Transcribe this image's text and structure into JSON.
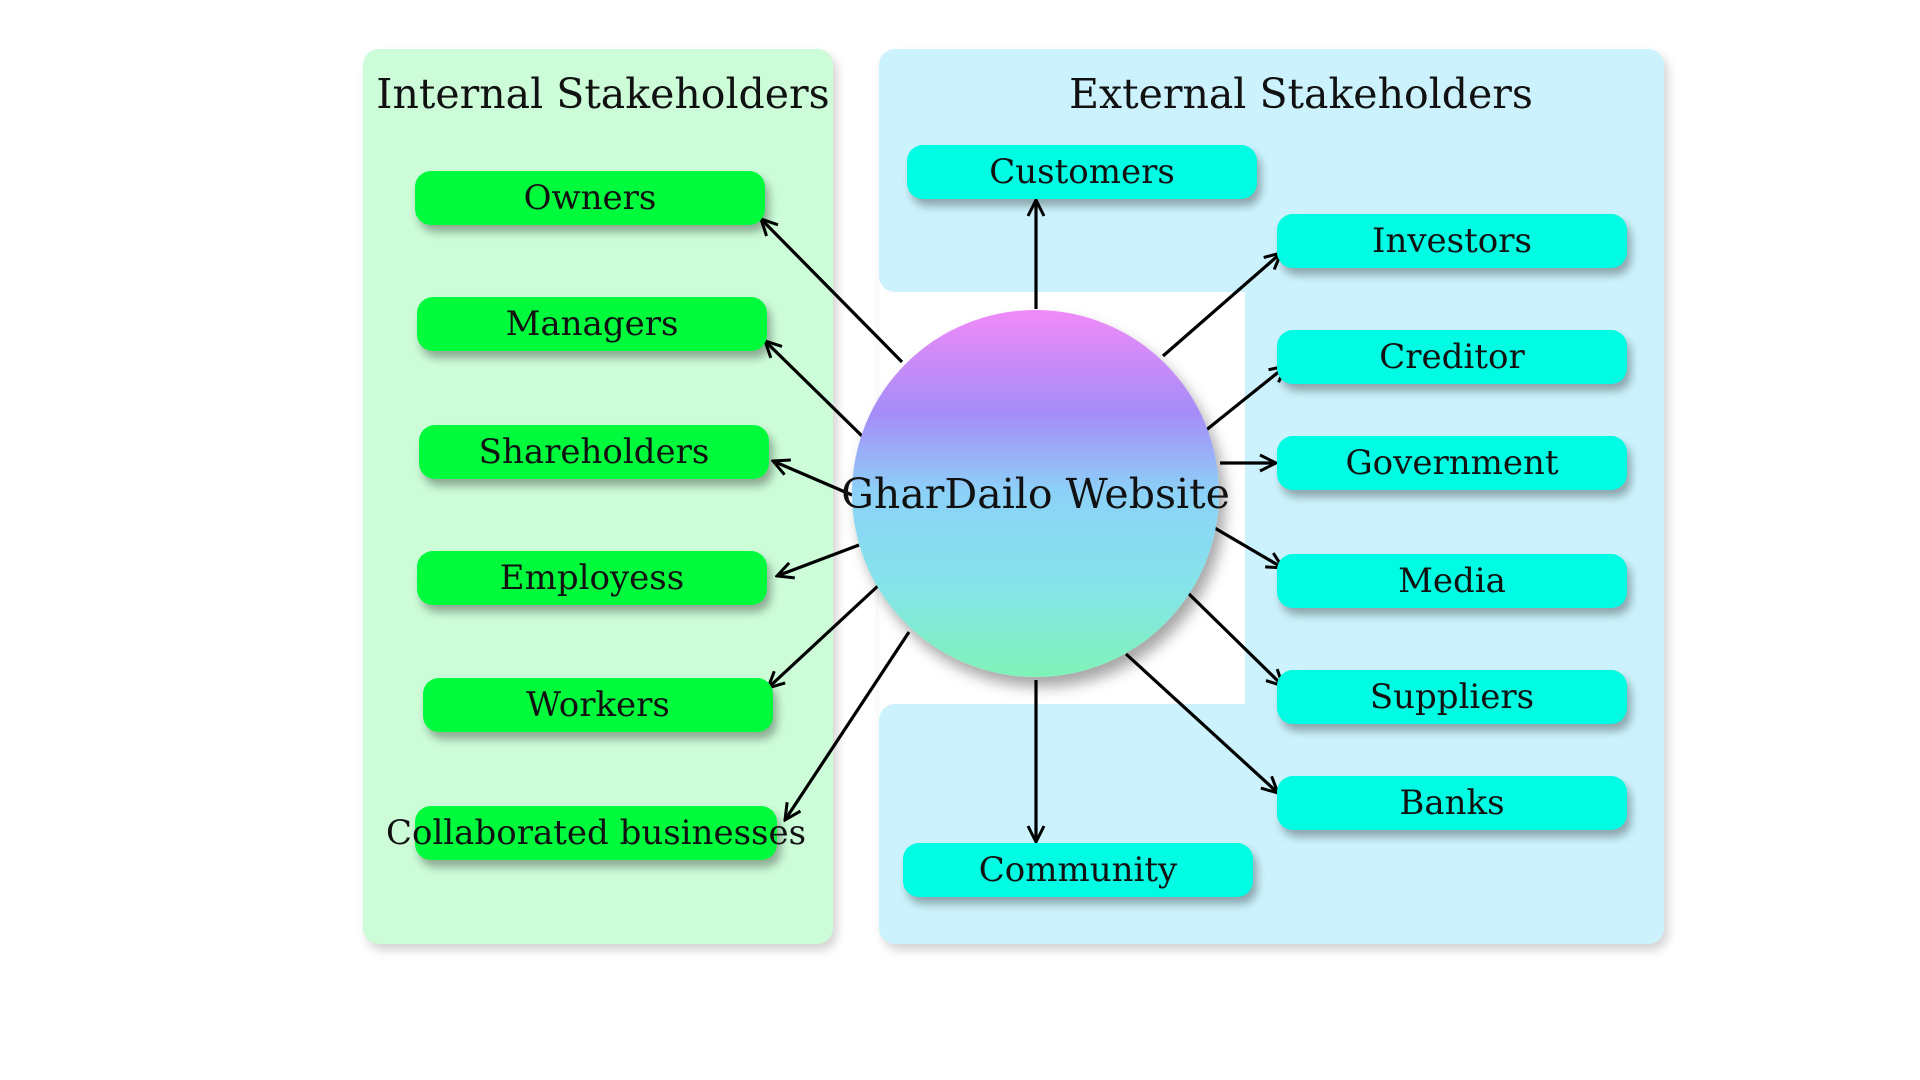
{
  "center": {
    "label": "GharDailo Website"
  },
  "internal": {
    "title": "Internal Stakeholders",
    "items": [
      "Owners",
      "Managers",
      "Shareholders",
      "Employess",
      "Workers",
      "Collaborated businesses"
    ]
  },
  "external": {
    "title": "External Stakeholders",
    "items": [
      "Customers",
      "Investors",
      "Creditor",
      "Government",
      "Media",
      "Suppliers",
      "Banks",
      "Community"
    ]
  },
  "colors": {
    "internal_panel": "#ccfcd8",
    "external_panel": "#ccf3fd",
    "internal_node": "#00fb3c",
    "external_node": "#00fce3"
  }
}
